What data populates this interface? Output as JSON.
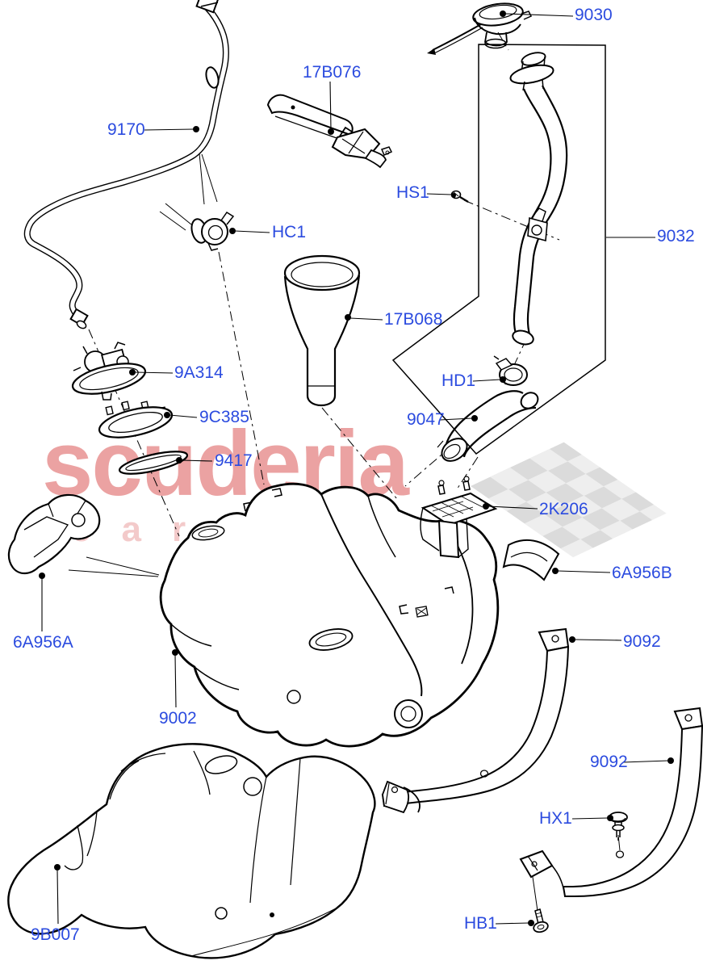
{
  "watermark": {
    "line1": "scuderia",
    "line2": "car parts"
  },
  "colors": {
    "label_blue": "#2B4BDF",
    "line_black": "#000000",
    "watermark_main": "#EBA2A2",
    "watermark_sub": "#F3CACA",
    "checker_dark": "#d7d7d7",
    "checker_light": "#ececec"
  },
  "labels": [
    {
      "part": "fuel-filler-cap",
      "text": "9030"
    },
    {
      "part": "support-bracket",
      "text": "17B076"
    },
    {
      "part": "vent-pipe",
      "text": "9170"
    },
    {
      "part": "screw",
      "text": "HS1"
    },
    {
      "part": "valve",
      "text": "HC1"
    },
    {
      "part": "filler-pipe",
      "text": "9032"
    },
    {
      "part": "funnel",
      "text": "17B068"
    },
    {
      "part": "clamp",
      "text": "HD1"
    },
    {
      "part": "hose",
      "text": "9047"
    },
    {
      "part": "fuel-pump-module",
      "text": "9A314"
    },
    {
      "part": "lock-ring",
      "text": "9C385"
    },
    {
      "part": "seal",
      "text": "9417"
    },
    {
      "part": "mount-bracket",
      "text": "2K206"
    },
    {
      "part": "pad-right",
      "text": "6A956B"
    },
    {
      "part": "pad-left",
      "text": "6A956A"
    },
    {
      "part": "tank-strap-front",
      "text": "9092"
    },
    {
      "part": "fuel-tank",
      "text": "9002"
    },
    {
      "part": "tank-strap-rear",
      "text": "9092"
    },
    {
      "part": "clip",
      "text": "HX1"
    },
    {
      "part": "bolt",
      "text": "HB1"
    },
    {
      "part": "heat-shield",
      "text": "9B007"
    }
  ]
}
